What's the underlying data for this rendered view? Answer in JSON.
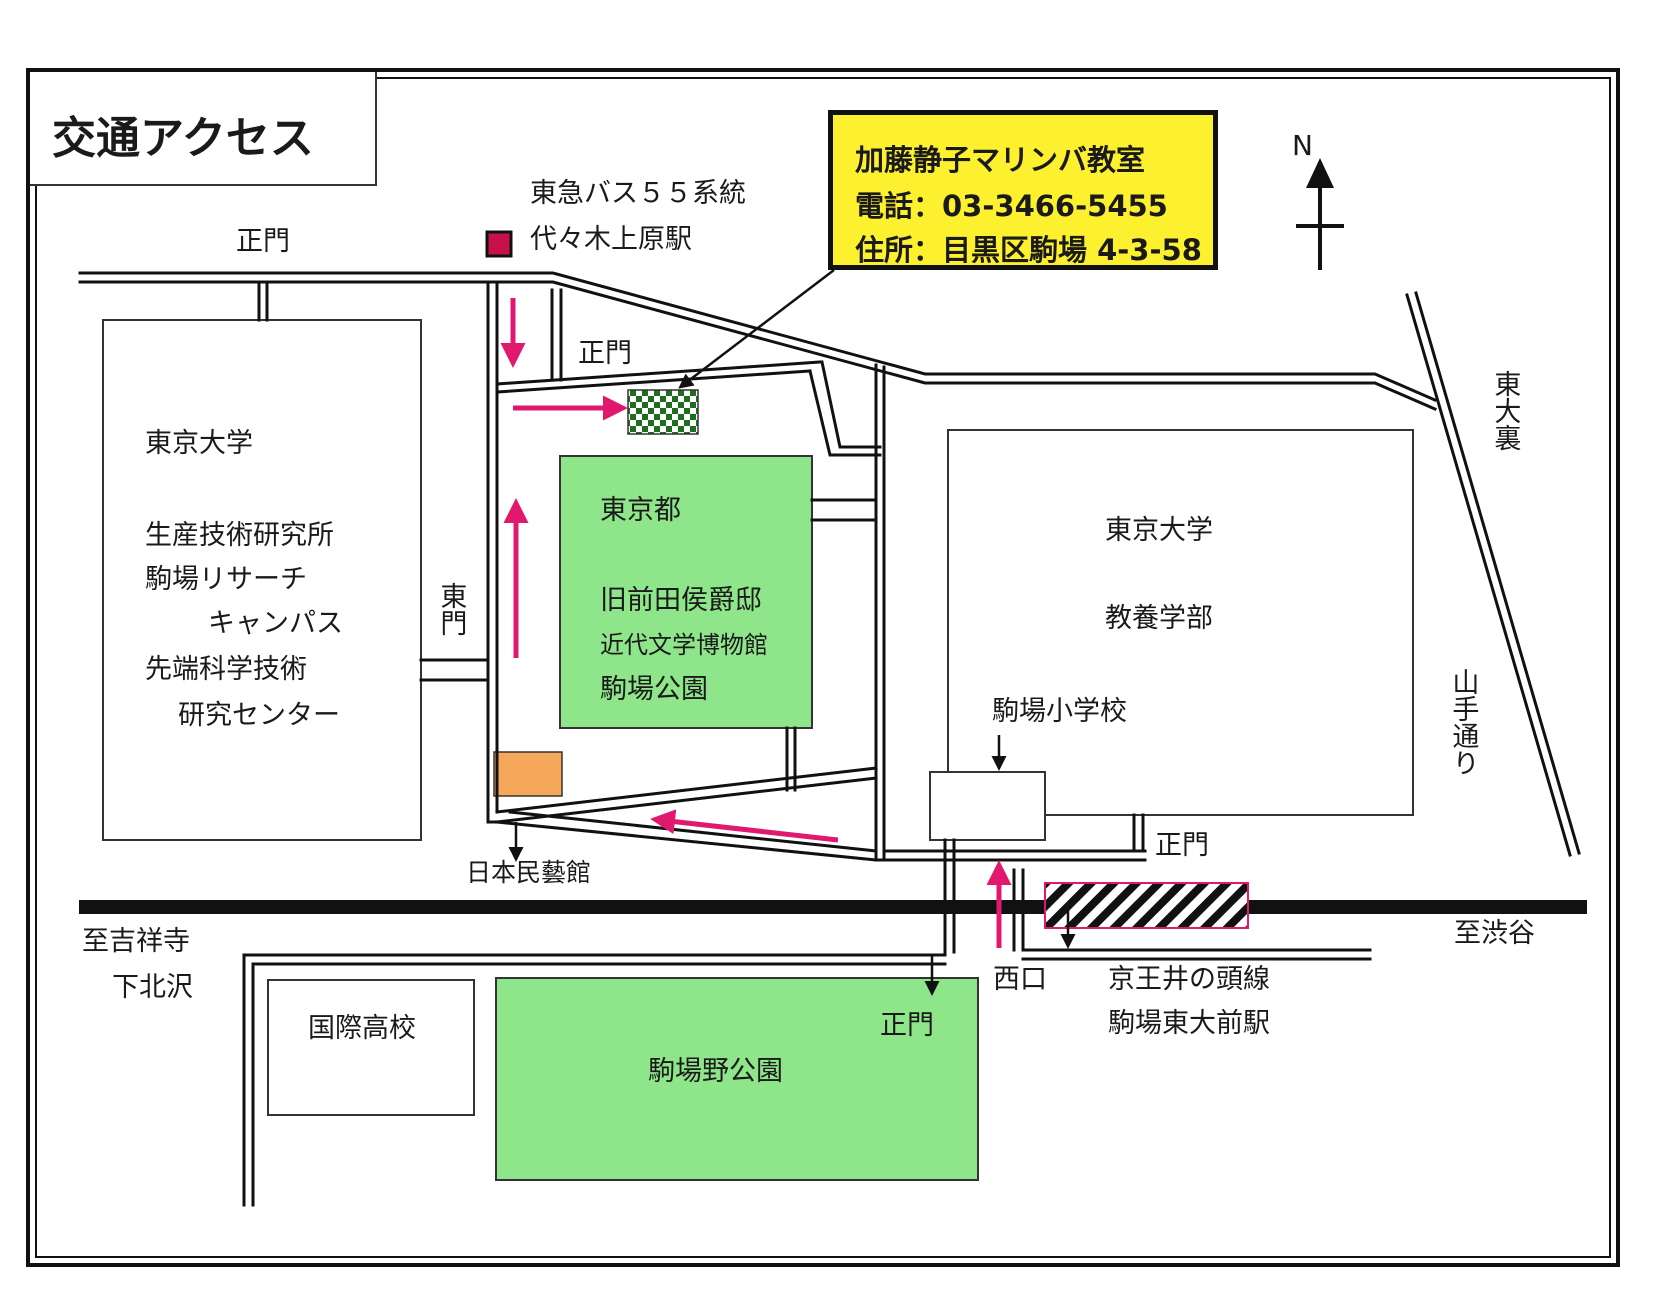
{
  "title": "交通アクセス",
  "info": {
    "name": "加藤静子マリンバ教室",
    "phone": "電話：03-3466-5455",
    "address": "住所：目黒区駒場 4-3-58",
    "box_color": "#fdf02e"
  },
  "compass": {
    "north": "N",
    "icon": "north-arrow-icon"
  },
  "labels": {
    "bus_line": "東急バス５５系統",
    "bus_stop": "代々木上原駅",
    "gate_top_left": "正門",
    "gate_mid": "正門",
    "gate_east_campus": "正門",
    "gate_park_south": "正門",
    "east_gate": "東門",
    "utokyo_left_1": "東京大学",
    "utokyo_left_2": "生産技術研究所",
    "utokyo_left_3": "駒場リサーチ",
    "utokyo_left_4": "キャンパス",
    "utokyo_left_5": "先端科学技術",
    "utokyo_left_6": "研究センター",
    "tokyo_metro": "東京都",
    "maeda_1": "旧前田侯爵邸",
    "maeda_2": "近代文学博物館",
    "maeda_3": "駒場公園",
    "utokyo_right_1": "東京大学",
    "utokyo_right_2": "教養学部",
    "elementary": "駒場小学校",
    "todai_ura": "東大裏",
    "yamate": "山手通り",
    "mingeikan": "日本民藝館",
    "to_kichijoji": "至吉祥寺",
    "shimokitazawa": "下北沢",
    "to_shibuya": "至渋谷",
    "west_exit": "西口",
    "keio_line": "京王井の頭線",
    "station": "駒場東大前駅",
    "kokusai": "国際高校",
    "komaba_no_park": "駒場野公園"
  },
  "colors": {
    "park_green": "#8ee58a",
    "arrow_pink": "#e0196e",
    "bus_stop_square": "#c8104a",
    "mingeikan_orange": "#f5a75a",
    "station_border": "#e0196e"
  }
}
